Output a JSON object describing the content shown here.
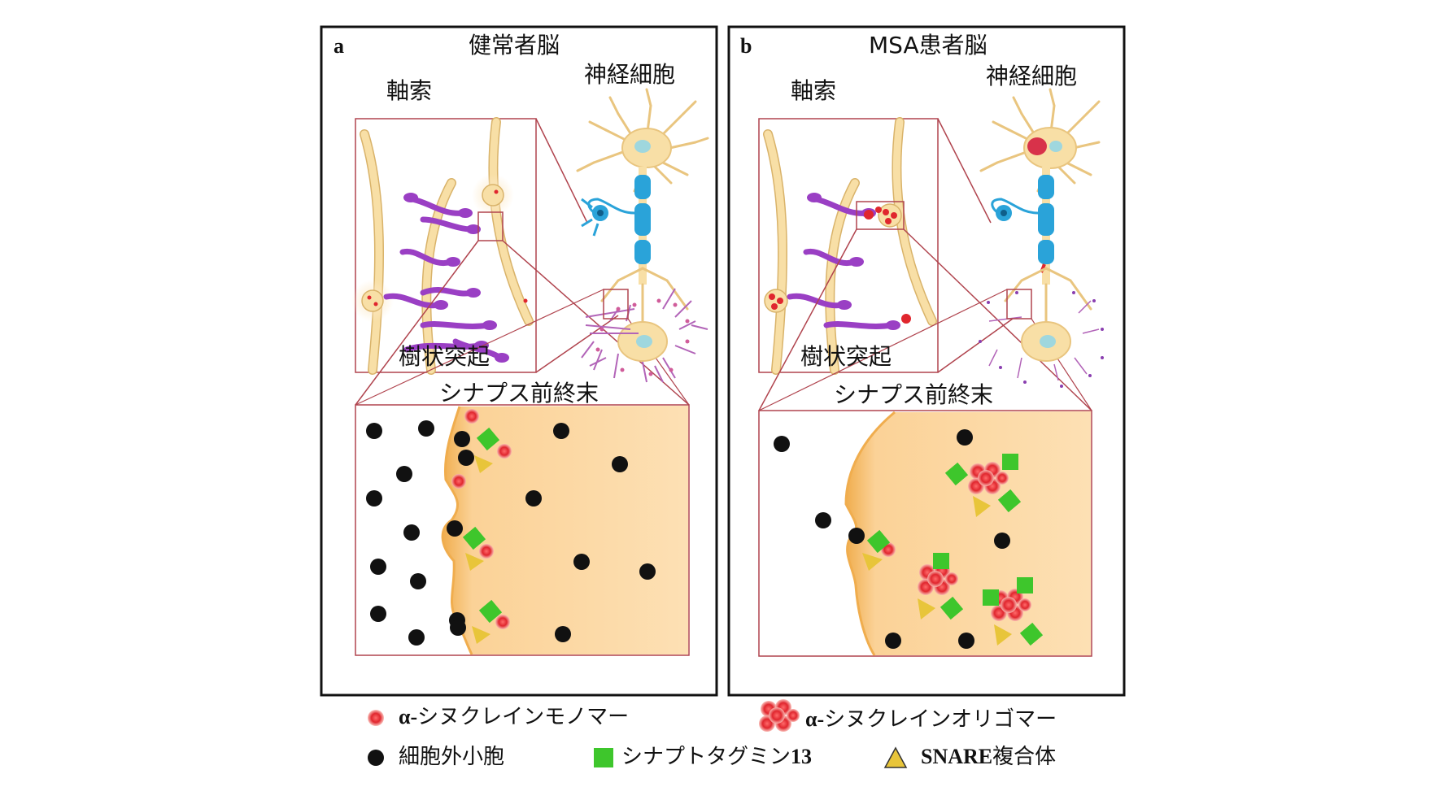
{
  "panel_a": {
    "letter": "a",
    "title": "健常者脳",
    "label_axon": "軸索",
    "label_neuron": "神経細胞",
    "label_dendrite": "樹状突起",
    "label_presynaptic": "シナプス前終末"
  },
  "panel_b": {
    "letter": "b",
    "title": "MSA患者脳",
    "label_axon": "軸索",
    "label_neuron": "神経細胞",
    "label_dendrite": "樹状突起",
    "label_presynaptic": "シナプス前終末"
  },
  "legend": {
    "monomer_prefix": "α-",
    "monomer_rest": "シヌクレインモノマー",
    "oligomer_prefix": "α-",
    "oligomer_rest": "シヌクレインオリゴマー",
    "exosome": "細胞外小胞",
    "synaptotagmin_text": "シナプトタグミン",
    "synaptotagmin_num": "13",
    "snare_bold": "SNARE",
    "snare_rest": "複合体"
  },
  "colors": {
    "frame": "#111111",
    "inset_border": "#b0444e",
    "terminal_fill": "#fcd9a4",
    "terminal_edge": "#f2b65c",
    "neurite_fill": "#f8dfa6",
    "neurite_stroke": "#d9b36a",
    "spine": "#9a3fc4",
    "monomer": "#e0262e",
    "oligomer": "#d62229",
    "exosome": "#111111",
    "synaptotagmin": "#3ec62c",
    "snare": "#e8c53a",
    "astro": "#2aa3d9",
    "nucleus": "#9fd7de",
    "aggregate": "#d8324a"
  }
}
